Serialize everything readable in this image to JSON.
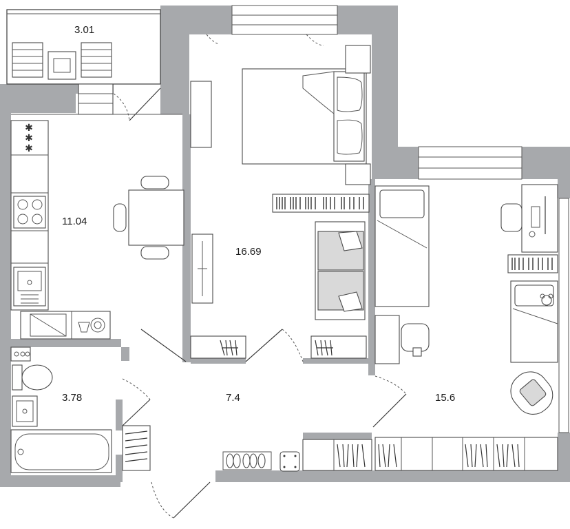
{
  "rooms": {
    "balcony": {
      "area": "3.01"
    },
    "kitchen": {
      "area": "11.04"
    },
    "living_room": {
      "area": "16.69"
    },
    "bathroom": {
      "area": "3.78"
    },
    "hallway": {
      "area": "7.4"
    },
    "bedroom": {
      "area": "15.6"
    }
  },
  "colors": {
    "wall": "#a7a9ac",
    "line": "#3a3a3a",
    "background": "#ffffff"
  }
}
